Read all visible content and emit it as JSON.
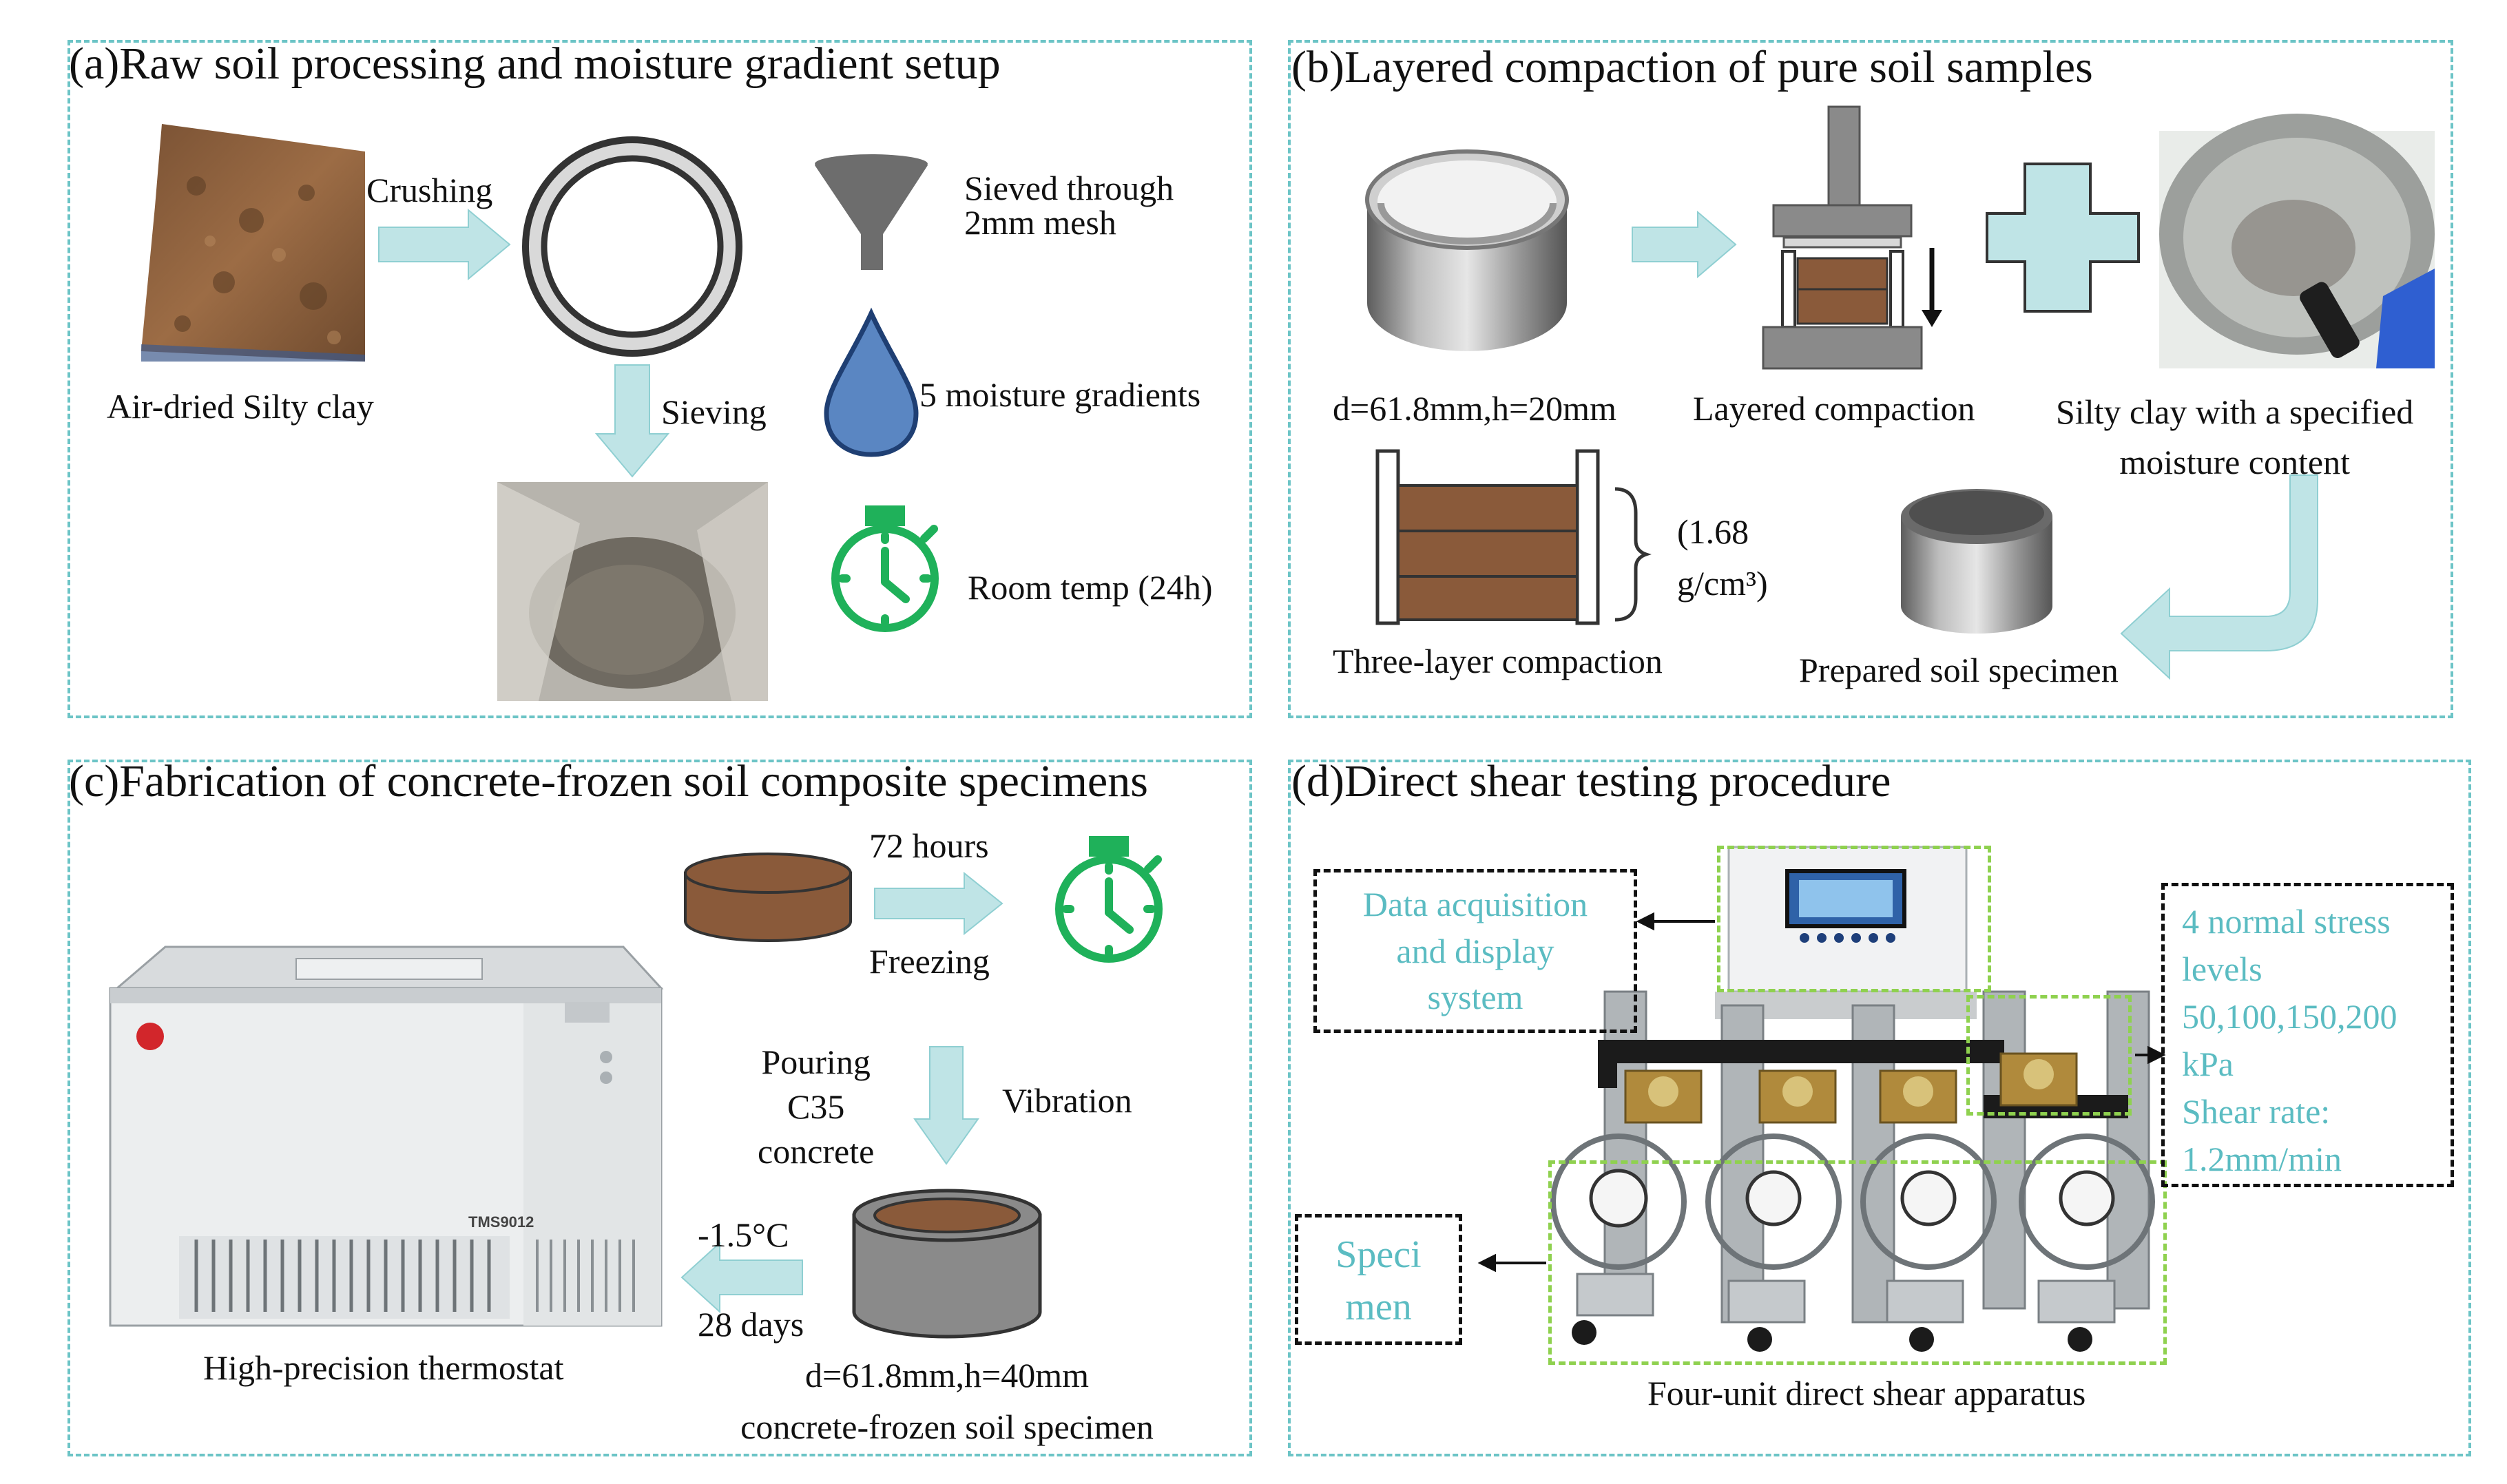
{
  "panels": {
    "a": {
      "title": "(a)Raw soil processing and moisture gradient setup",
      "crushing": "Crushing",
      "sieving": "Sieving",
      "air_dried": "Air-dried Silty clay",
      "sieved_line1": "Sieved through",
      "sieved_line2": "2mm mesh",
      "moisture": "5 moisture gradients",
      "room_temp": "Room temp (24h)"
    },
    "b": {
      "title": "(b)Layered compaction of pure soil samples",
      "ring_dims": "d=61.8mm,h=20mm",
      "layered": "Layered compaction",
      "silty_line1": "Silty clay with a specified",
      "silty_line2": "moisture content",
      "density_line1": "(1.68",
      "density_line2": "g/cm³)",
      "three_layer": "Three-layer compaction",
      "prepared": "Prepared soil specimen"
    },
    "c": {
      "title": "(c)Fabrication of concrete-frozen soil composite specimens",
      "hours": "72 hours",
      "freezing": "Freezing",
      "pouring_line1": "Pouring",
      "pouring_line2": "C35",
      "pouring_line3": "concrete",
      "vibration": "Vibration",
      "temp": "-1.5°C",
      "days": "28 days",
      "specimen_dims": "d=61.8mm,h=40mm",
      "specimen_name": "concrete-frozen soil specimen",
      "thermostat": "High-precision thermostat",
      "thermostat_model": "TMS9012"
    },
    "d": {
      "title": "(d)Direct shear testing procedure",
      "daq_line1": "Data acquisition",
      "daq_line2": "and display",
      "daq_line3": "system",
      "specimen_line1": "Speci",
      "specimen_line2": "men",
      "stress_line1": "4 normal stress",
      "stress_line2": "levels",
      "stress_line3": "50,100,150,200",
      "stress_line4": "kPa",
      "stress_line5": "Shear rate:",
      "stress_line6": "1.2mm/min",
      "apparatus": "Four-unit direct shear apparatus"
    }
  },
  "colors": {
    "panel_border": "#6cc4c6",
    "arrow_fill": "#bfe4e6",
    "teal_text": "#5bbcc2",
    "soil_brown": "#8a5a3a",
    "timer_green": "#1fb15a",
    "drop_blue": "#5a86c2",
    "green_box": "#8fd14f"
  },
  "icons": [
    "funnel-icon",
    "water-drop-icon",
    "stopwatch-icon",
    "plus-icon",
    "arrow-right-icon",
    "arrow-down-icon",
    "arrow-left-icon",
    "curved-arrow-icon"
  ]
}
